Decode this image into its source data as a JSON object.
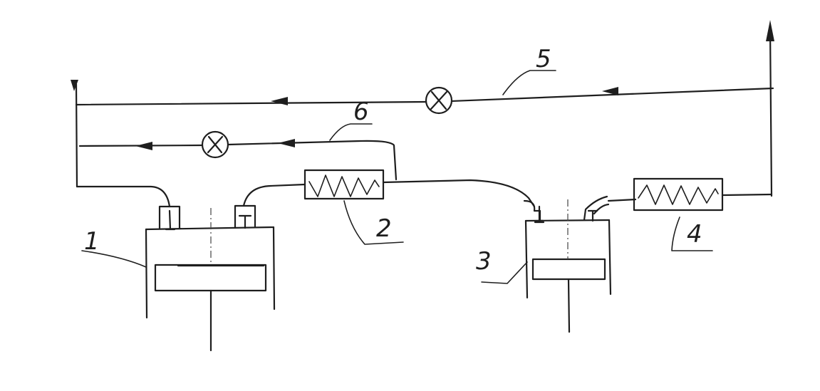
{
  "labels": {
    "compressor_1": "1",
    "heater_2": "2",
    "expander_3": "3",
    "heater_4": "4",
    "line_5": "5",
    "line_6": "6"
  },
  "colors": {
    "ink": "#1e1e1e",
    "paper": "#ffffff"
  },
  "icons": {
    "valve": "valve-x-icon",
    "flow_arrow": "arrow-icon",
    "heat_exchanger": "zigzag-coil-icon"
  }
}
